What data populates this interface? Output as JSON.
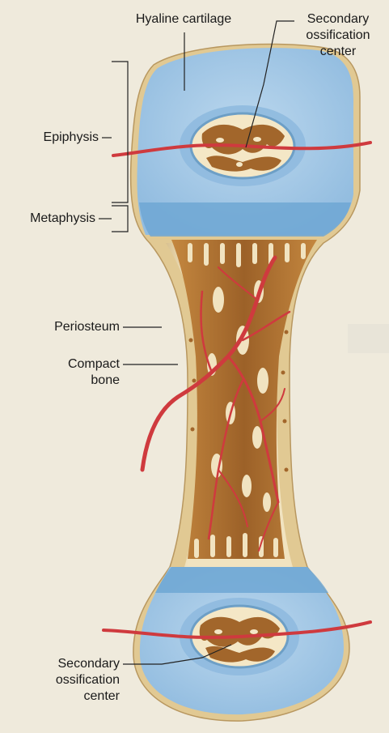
{
  "diagram": {
    "labels": {
      "hyaline_cartilage": "Hyaline cartilage",
      "secondary_ossification_top": [
        "Secondary",
        "ossification",
        "center"
      ],
      "epiphysis": "Epiphysis",
      "metaphysis": "Metaphysis",
      "periosteum": "Periosteum",
      "compact_bone": [
        "Compact",
        "bone"
      ],
      "secondary_ossification_bottom": [
        "Secondary",
        "ossification",
        "center"
      ]
    },
    "colors": {
      "background": "#efeadc",
      "cartilage": "#a9cbe6",
      "cartilage_dark": "#6ea8d4",
      "bone_outer": "#e6d2a6",
      "bone_inner": "#f4e7c6",
      "spongy_bone": "#a86a2e",
      "blood_vessel": "#d23a3f",
      "leader_line": "#222222"
    }
  }
}
